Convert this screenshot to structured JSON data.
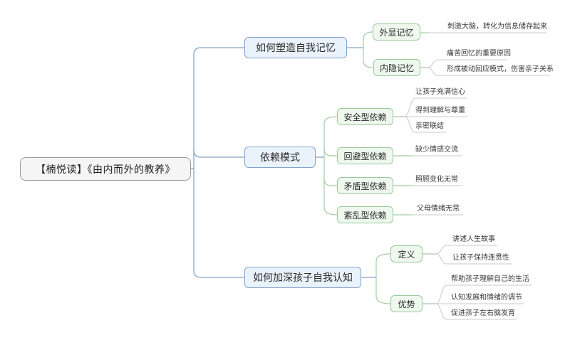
{
  "app": {
    "type": "mind-map"
  },
  "palette": {
    "root_fill": "#f5f5f5",
    "root_border": "#9a9a9a",
    "branch_fill": "#eaf2fb",
    "branch_border": "#84a3c9",
    "sub_fill": "#eef8ee",
    "sub_border": "#9bc89b",
    "line_blue": "#84a3c9",
    "line_green": "#a6cba6",
    "line_gray": "#c9c9c9",
    "text_dark": "#2b2b2b",
    "text_leaf": "#3a3a3a"
  },
  "root": {
    "label": "【楠悦读】《由内而外的教养》"
  },
  "branches": [
    {
      "label": "如何塑造自我记忆",
      "children": [
        {
          "label": "外显记忆",
          "leaves": [
            "刺激大脑，转化为信息储存起来"
          ]
        },
        {
          "label": "内隐记忆",
          "leaves": [
            "痛苦回忆的重要原因",
            "形成被动回应模式，伤害亲子关系"
          ]
        }
      ]
    },
    {
      "label": "依赖模式",
      "children": [
        {
          "label": "安全型依赖",
          "leaves": [
            "让孩子充满信心",
            "得到理解与尊重",
            "亲密联结"
          ]
        },
        {
          "label": "回避型依赖",
          "leaves": [
            "缺少情感交流"
          ]
        },
        {
          "label": "矛盾型依赖",
          "leaves": [
            "照顾变化无常"
          ]
        },
        {
          "label": "紊乱型依赖",
          "leaves": [
            "父母情绪无常"
          ]
        }
      ]
    },
    {
      "label": "如何加深孩子自我认知",
      "children": [
        {
          "label": "定义",
          "leaves": [
            "讲述人生故事",
            "让孩子保持连贯性"
          ]
        },
        {
          "label": "优势",
          "leaves": [
            "帮助孩子理解自己的生活",
            "认知发展和情绪的调节",
            "促进孩子左右脑发育"
          ]
        }
      ]
    }
  ]
}
